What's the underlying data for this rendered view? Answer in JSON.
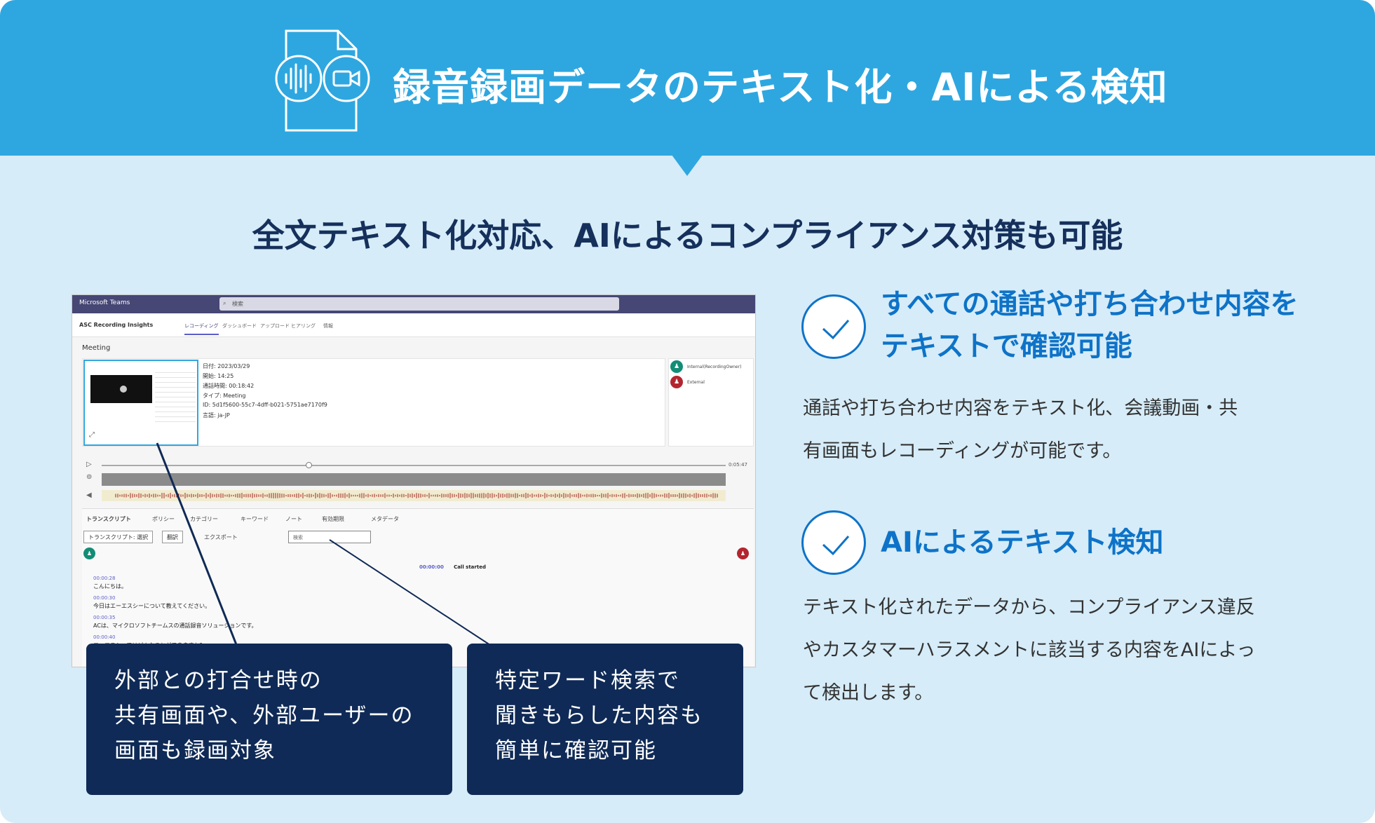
{
  "banner": {
    "title": "録音録画データのテキスト化・AIによる検知",
    "icon": "document-audio-video-icon"
  },
  "subtitle": "全文テキスト化対応、AIによるコンプライアンス対策も可能",
  "screenshot": {
    "teams_title": "Microsoft Teams",
    "search_placeholder": "検索",
    "app_logo": "ASC Recording Insights",
    "nav_tabs": [
      "レコーディング",
      "ダッシュボード",
      "アップロード",
      "ヒアリング",
      "情報"
    ],
    "meeting_label": "Meeting",
    "meta": [
      "日付: 2023/03/29",
      "開始: 14:25",
      "通話時間: 00:18:42",
      "タイプ: Meeting",
      "ID: 5d1f5600-55c7-4dff-b021-5751ae7170f9",
      "言語: ja-JP"
    ],
    "participants": [
      "Internal(RecordingOwner)",
      "External"
    ],
    "duration": "0:05:47",
    "transcript_tabs": [
      "トランスクリプト",
      "ポリシー",
      "カテゴリー",
      "キーワード",
      "ノート",
      "有効期限",
      "メタデータ"
    ],
    "transcript_select": "トランスクリプト: 選択",
    "translate_select": "翻訳",
    "export_label": "エクスポート",
    "transcript_search": "検索",
    "call_start_time": "00:00:00",
    "call_start_label": "Call started",
    "lines": [
      {
        "time": "00:00:28",
        "text": "こんにちは。"
      },
      {
        "time": "00:00:30",
        "text": "今日はエーエスシーについて教えてください。"
      },
      {
        "time": "00:00:35",
        "text": "ACは、マイクロソフトチームスの通話録音ソリューションです。"
      },
      {
        "time": "00:00:40",
        "text": "エーエスシーではどんなことができますか？"
      }
    ]
  },
  "callouts": [
    {
      "lines": [
        "外部との打合せ時の",
        "共有画面や、外部ユーザーの",
        "画面も録画対象"
      ]
    },
    {
      "lines": [
        "特定ワード検索で",
        "聞きもらした内容も",
        "簡単に確認可能"
      ]
    }
  ],
  "features": [
    {
      "title_lines": [
        "すべての通話や打ち合わせ内容を",
        "テキストで確認可能"
      ],
      "body_lines": [
        "通話や打ち合わせ内容をテキスト化、会議動画・共",
        "有画面もレコーディングが可能です。"
      ]
    },
    {
      "title_lines": [
        "AIによるテキスト検知"
      ],
      "body_lines": [
        "テキスト化されたデータから、コンプライアンス違反",
        "やカスタマーハラスメントに該当する内容をAIによっ",
        "て検出します。"
      ]
    }
  ],
  "colors": {
    "banner": "#2ea7e0",
    "background": "#d6ecf8",
    "navy": "#0f2a56",
    "accent": "#0e73c8"
  }
}
